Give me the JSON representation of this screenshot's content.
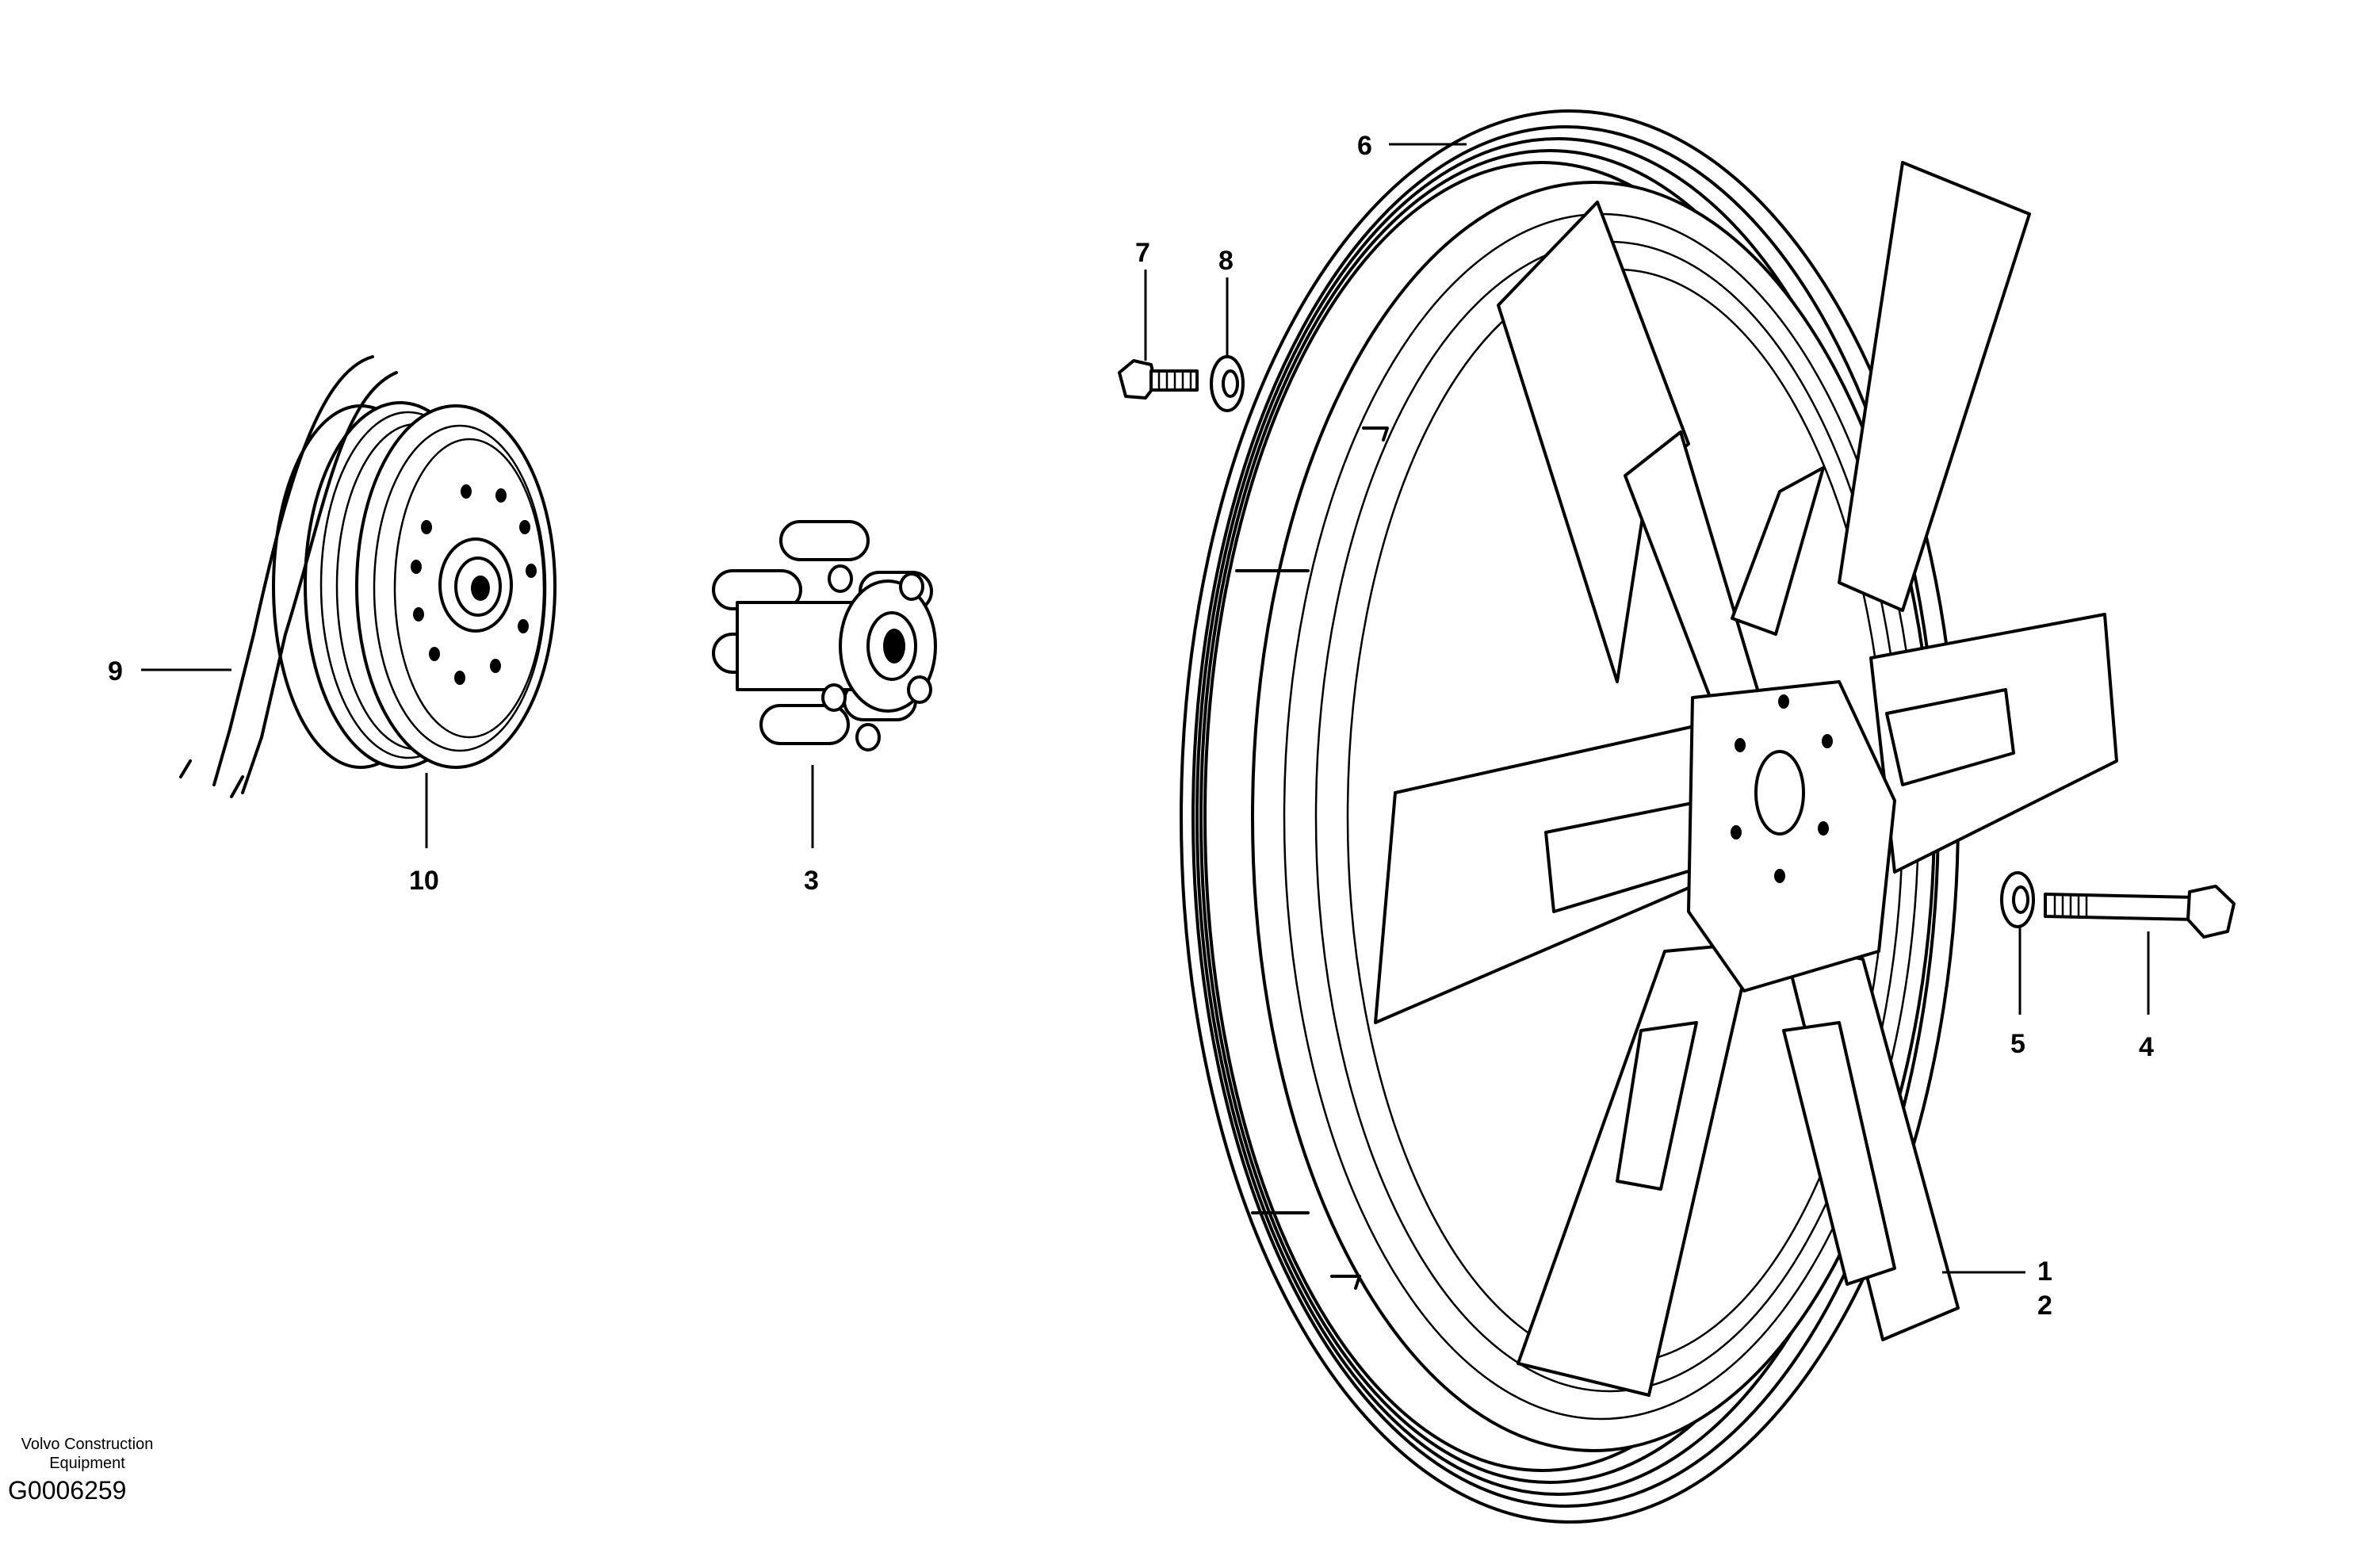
{
  "brand": {
    "line1": "Volvo Construction",
    "line2": "Equipment"
  },
  "drawing_number": "G0006259",
  "callouts": {
    "c1": "1",
    "c2": "2",
    "c3": "3",
    "c4": "4",
    "c5": "5",
    "c6": "6",
    "c7": "7",
    "c8": "8",
    "c9": "9",
    "c10": "10"
  }
}
